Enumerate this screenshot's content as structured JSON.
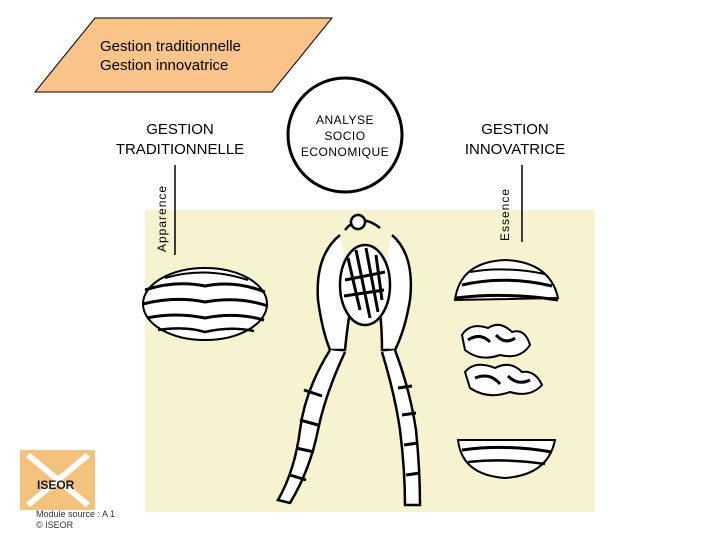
{
  "banner": {
    "line1": "Gestion traditionnelle",
    "line2": "Gestion innovatrice",
    "fill": "#f9c38a"
  },
  "left_label": {
    "line1": "GESTION",
    "line2": "TRADITIONNELLE"
  },
  "right_label": {
    "line1": "GESTION",
    "line2": "INNOVATRICE"
  },
  "center_circle": {
    "line1": "ANALYSE",
    "line2": "SOCIO",
    "line3": "ECONOMIQUE"
  },
  "axis_labels": {
    "left": "Apparence",
    "right": "Essence"
  },
  "scene": {
    "background": "#f7f2cf"
  },
  "logo": {
    "text": "ISEOR",
    "color": "#f3c27c"
  },
  "footer": {
    "module": "Module source : A 1",
    "copyright": "© ISEOR"
  }
}
